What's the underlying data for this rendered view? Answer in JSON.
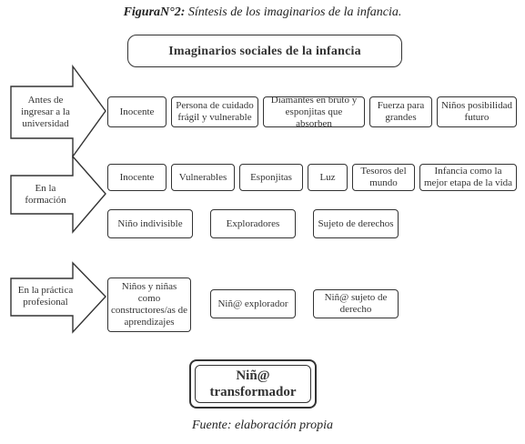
{
  "caption": {
    "label": "FiguraN°2:",
    "text": "Síntesis de los imaginarios de la infancia."
  },
  "title": "Imaginarios sociales de la infancia",
  "rows": [
    {
      "stage": "Antes de ingresar a la universidad",
      "items": [
        "Inocente",
        "Persona de cuidado frágil y vulnerable",
        "Diamantes en bruto y esponjitas que absorben",
        "Fuerza para grandes",
        "Niños posibilidad futuro"
      ]
    },
    {
      "stage": "En la formación",
      "items": [
        "Inocente",
        "Vulnerables",
        "Esponjitas",
        "Luz",
        "Tesoros del mundo",
        "Infancia como la mejor etapa de la vida"
      ],
      "items_second_line": [
        "Niño indivisible",
        "Exploradores",
        "Sujeto de derechos"
      ]
    },
    {
      "stage": "En la práctica profesional",
      "items": [
        "Niños y niñas como constructores/as de aprendizajes",
        "Niñ@ explorador",
        "Niñ@ sujeto de derecho"
      ]
    }
  ],
  "result": {
    "line1": "Niñ@",
    "line2": "transformador"
  },
  "source": "Fuente: elaboración propia"
}
